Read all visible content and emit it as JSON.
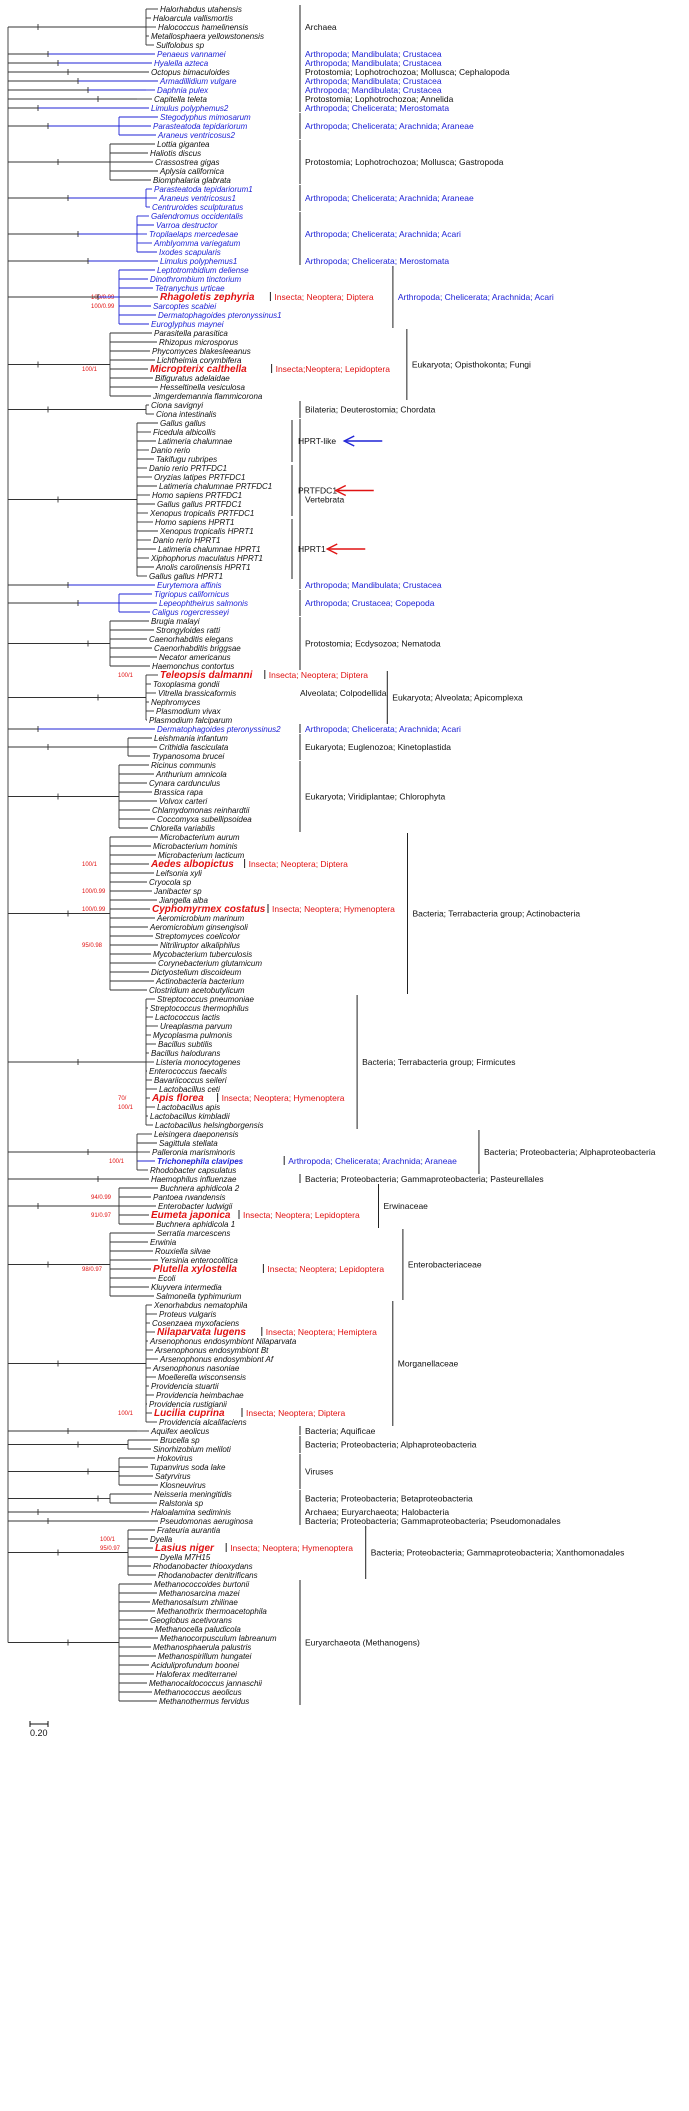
{
  "scale_label": "0.20",
  "clades": [
    {
      "label": "Archaea",
      "color": "black",
      "taxa": [
        {
          "n": "Halorhabdus utahensis"
        },
        {
          "n": "Haloarcula vallismortis"
        },
        {
          "n": "Halococcus hamelinensis"
        },
        {
          "n": "Metallosphaera yellowstonensis"
        },
        {
          "n": "Sulfolobus sp"
        }
      ]
    },
    {
      "label": "Arthropoda; Mandibulata; Crustacea",
      "color": "blue",
      "taxa": [
        {
          "n": "Penaeus vannamei",
          "c": "blue"
        }
      ]
    },
    {
      "label": "Arthropoda; Mandibulata; Crustacea",
      "color": "blue",
      "taxa": [
        {
          "n": "Hyalella azteca",
          "c": "blue"
        }
      ]
    },
    {
      "label": "Protostomia; Lophotrochozoa; Mollusca; Cephalopoda",
      "color": "black",
      "taxa": [
        {
          "n": "Octopus bimaculoides"
        }
      ]
    },
    {
      "label": "Arthropoda; Mandibulata; Crustacea",
      "color": "blue",
      "taxa": [
        {
          "n": "Armadillidium vulgare",
          "c": "blue"
        }
      ]
    },
    {
      "label": "Arthropoda; Mandibulata; Crustacea",
      "color": "blue",
      "taxa": [
        {
          "n": "Daphnia pulex",
          "c": "blue"
        }
      ]
    },
    {
      "label": "Protostomia; Lophotrochozoa; Annelida",
      "color": "black",
      "taxa": [
        {
          "n": "Capitella teleta"
        }
      ]
    },
    {
      "label": "Arthropoda; Chelicerata; Merostomata",
      "color": "blue",
      "taxa": [
        {
          "n": "Limulus polyphemus2",
          "c": "blue"
        }
      ]
    },
    {
      "label": "Arthropoda; Chelicerata; Arachnida; Araneae",
      "color": "blue",
      "taxa": [
        {
          "n": "Stegodyphus mimosarum",
          "c": "blue"
        },
        {
          "n": "Parasteatoda tepidariorum",
          "c": "blue"
        },
        {
          "n": "Araneus ventricosus2",
          "c": "blue"
        }
      ]
    },
    {
      "label": "Protostomia; Lophotrochozoa; Mollusca; Gastropoda",
      "color": "black",
      "taxa": [
        {
          "n": "Lottia gigantea"
        },
        {
          "n": "Haliotis discus"
        },
        {
          "n": "Crassostrea gigas"
        },
        {
          "n": "Aplysia californica"
        },
        {
          "n": "Biomphalaria glabrata"
        }
      ]
    },
    {
      "label": "Arthropoda; Chelicerata; Arachnida; Araneae",
      "color": "blue",
      "taxa": [
        {
          "n": "Parasteatoda tepidariorum1",
          "c": "blue"
        },
        {
          "n": "Araneus ventricosus1",
          "c": "blue"
        },
        {
          "n": "Centruroides sculpturatus",
          "c": "blue"
        }
      ]
    },
    {
      "label": "Arthropoda; Chelicerata; Arachnida; Acari",
      "color": "blue",
      "taxa": [
        {
          "n": "Galendromus occidentalis",
          "c": "blue"
        },
        {
          "n": "Varroa destructor",
          "c": "blue"
        },
        {
          "n": "Tropilaelaps mercedesae",
          "c": "blue"
        },
        {
          "n": "Amblyomma variegatum",
          "c": "blue"
        },
        {
          "n": "Ixodes scapularis",
          "c": "blue"
        }
      ]
    },
    {
      "label": "Arthropoda; Chelicerata; Merostomata",
      "color": "blue",
      "taxa": [
        {
          "n": "Limulus polyphemus1",
          "c": "blue"
        }
      ]
    },
    {
      "label": "Arthropoda; Chelicerata; Arachnida; Acari",
      "color": "blue",
      "taxa": [
        {
          "n": "Leptotrombidium deliense",
          "c": "blue"
        },
        {
          "n": "Dinothrombium tinctorium",
          "c": "blue"
        },
        {
          "n": "Tetranychus urticae",
          "c": "blue"
        },
        {
          "n": "Rhagoletis zephyria",
          "c": "red",
          "s": "100/0.99",
          "lab": "Insecta; Neoptera; Diptera"
        },
        {
          "n": "Sarcoptes scabiei",
          "c": "blue",
          "s": "100/0.99"
        },
        {
          "n": "Dermatophagoides pteronyssinus1",
          "c": "blue"
        },
        {
          "n": "Euroglyphus maynei",
          "c": "blue"
        }
      ]
    },
    {
      "label": "Eukaryota; Opisthokonta; Fungi",
      "color": "black",
      "taxa": [
        {
          "n": "Parasitella parasitica"
        },
        {
          "n": "Rhizopus microsporus"
        },
        {
          "n": "Phycomyces blakesleeanus"
        },
        {
          "n": "Lichtheimia corymbifera"
        },
        {
          "n": "Micropterix calthella",
          "c": "red",
          "s": "100/1",
          "lab": "Insecta;Neoptera; Lepidoptera"
        },
        {
          "n": "Bifiguratus adelaidae"
        },
        {
          "n": "Hesseltinella vesiculosa"
        },
        {
          "n": "Jimgerdemannia flammicorona"
        }
      ]
    },
    {
      "label": "Bilateria; Deuterostomia; Chordata",
      "color": "black",
      "taxa": [
        {
          "n": "Ciona savignyi"
        },
        {
          "n": "Ciona intestinalis"
        }
      ]
    },
    {
      "label": "Vertebrata",
      "color": "black",
      "taxa": [
        {
          "n": "Gallus gallus"
        },
        {
          "n": "Ficedula albicollis"
        },
        {
          "n": "Latimeria chalumnae"
        },
        {
          "n": "Danio rerio"
        },
        {
          "n": "Takifugu rubripes"
        },
        {
          "n": "Danio rerio PRTFDC1"
        },
        {
          "n": "Oryzias latipes PRTFDC1"
        },
        {
          "n": "Latimeria chalumnae PRTFDC1"
        },
        {
          "n": "Homo sapiens PRTFDC1"
        },
        {
          "n": "Gallus gallus PRTFDC1"
        },
        {
          "n": "Xenopus tropicalis PRTFDC1"
        },
        {
          "n": "Homo sapiens HPRT1"
        },
        {
          "n": "Xenopus tropicalis HPRT1"
        },
        {
          "n": "Danio rerio HPRT1"
        },
        {
          "n": "Latimeria chalumnae HPRT1"
        },
        {
          "n": "Xiphophorus maculatus HPRT1"
        },
        {
          "n": "Anolis carolinensis HPRT1"
        },
        {
          "n": "Gallus gallus HPRT1"
        }
      ]
    },
    {
      "label": "Arthropoda; Mandibulata; Crustacea",
      "color": "blue",
      "taxa": [
        {
          "n": "Eurytemora affinis",
          "c": "blue"
        }
      ]
    },
    {
      "label": "Arthropoda; Crustacea; Copepoda",
      "color": "blue",
      "taxa": [
        {
          "n": "Tigriopus californicus",
          "c": "blue"
        },
        {
          "n": "Lepeophtheirus salmonis",
          "c": "blue"
        },
        {
          "n": "Caligus rogercresseyi",
          "c": "blue"
        }
      ]
    },
    {
      "label": "Protostomia; Ecdysozoa; Nematoda",
      "color": "black",
      "taxa": [
        {
          "n": "Brugia malayi"
        },
        {
          "n": "Strongyloides ratti"
        },
        {
          "n": "Caenorhabditis elegans"
        },
        {
          "n": "Caenorhabditis briggsae"
        },
        {
          "n": "Necator americanus"
        },
        {
          "n": "Haemonchus contortus"
        }
      ]
    },
    {
      "label": "Eukaryota; Alveolata; Apicomplexa",
      "color": "black",
      "sub": "Alveolata; Colpodellida",
      "taxa": [
        {
          "n": "Teleopsis dalmanni",
          "c": "red",
          "s": "100/1",
          "lab": "Insecta; Neoptera; Diptera"
        },
        {
          "n": "Toxoplasma gondii"
        },
        {
          "n": "Vitrella brassicaformis"
        },
        {
          "n": "Nephromyces"
        },
        {
          "n": "Plasmodium vivax"
        },
        {
          "n": "Plasmodium falciparum"
        }
      ]
    },
    {
      "label": "Arthropoda; Chelicerata; Arachnida; Acari",
      "color": "blue",
      "taxa": [
        {
          "n": "Dermatophagoides pteronyssinus2",
          "c": "blue"
        }
      ]
    },
    {
      "label": "Eukaryota; Euglenozoa; Kinetoplastida",
      "color": "black",
      "taxa": [
        {
          "n": "Leishmania infantum"
        },
        {
          "n": "Crithidia fasciculata"
        },
        {
          "n": "Trypanosoma brucei"
        }
      ]
    },
    {
      "label": "Eukaryota; Viridiplantae; Chlorophyta",
      "color": "black",
      "taxa": [
        {
          "n": "Ricinus communis"
        },
        {
          "n": "Anthurium amnicola"
        },
        {
          "n": "Cynara cardunculus"
        },
        {
          "n": "Brassica rapa"
        },
        {
          "n": "Volvox carteri"
        },
        {
          "n": "Chlamydomonas reinhardtii"
        },
        {
          "n": "Coccomyxa subellipsoidea"
        },
        {
          "n": "Chlorella variabilis"
        }
      ]
    },
    {
      "label": "Bacteria; Terrabacteria group; Actinobacteria",
      "color": "black",
      "taxa": [
        {
          "n": "Microbacterium aurum"
        },
        {
          "n": "Microbacterium hominis"
        },
        {
          "n": "Microbacterium lacticum"
        },
        {
          "n": "Aedes albopictus",
          "c": "red",
          "s": "100/1",
          "lab": "Insecta; Neoptera; Diptera"
        },
        {
          "n": "Leifsonia xyli"
        },
        {
          "n": "Cryocola sp"
        },
        {
          "n": "Janibacter sp",
          "s": "100/0.99"
        },
        {
          "n": "Jiangella alba"
        },
        {
          "n": "Cyphomyrmex costatus",
          "c": "red",
          "s": "100/0.99",
          "lab": "Insecta; Neoptera; Hymenoptera"
        },
        {
          "n": "Aeromicrobium marinum"
        },
        {
          "n": "Aeromicrobium ginsengisoli"
        },
        {
          "n": "Streptomyces coelicolor"
        },
        {
          "n": "Nitriliruptor alkaliphilus",
          "s": "95/0.98"
        },
        {
          "n": "Mycobacterium tuberculosis"
        },
        {
          "n": "Corynebacterium glutamicum"
        },
        {
          "n": "Dictyostelium discoideum"
        },
        {
          "n": "Actinobacteria bacterium"
        },
        {
          "n": "Clostridium acetobutylicum"
        }
      ]
    },
    {
      "label": "Bacteria; Terrabacteria group; Firmicutes",
      "color": "black",
      "taxa": [
        {
          "n": "Streptococcus pneumoniae"
        },
        {
          "n": "Streptococcus thermophilus"
        },
        {
          "n": "Lactococcus lactis"
        },
        {
          "n": "Ureaplasma parvum"
        },
        {
          "n": "Mycoplasma pulmonis"
        },
        {
          "n": "Bacillus subtilis"
        },
        {
          "n": "Bacillus halodurans"
        },
        {
          "n": "Listeria monocytogenes"
        },
        {
          "n": "Enterococcus faecalis"
        },
        {
          "n": "Bavariicoccus seileri"
        },
        {
          "n": "Lactobacillus ceti"
        },
        {
          "n": "Apis florea",
          "c": "red",
          "s": "70/",
          "lab": "Insecta; Neoptera; Hymenoptera"
        },
        {
          "n": "Lactobacillus apis",
          "s": "100/1"
        },
        {
          "n": "Lactobacillus kimbladii"
        },
        {
          "n": "Lactobacillus helsingborgensis"
        }
      ]
    },
    {
      "label": "Bacteria; Proteobacteria; Alphaproteobacteria",
      "color": "black",
      "taxa": [
        {
          "n": "Leisingera daeponensis"
        },
        {
          "n": "Sagittula stellata"
        },
        {
          "n": "Palleronia marisminoris"
        },
        {
          "n": "Trichonephila clavipes",
          "c": "bluebold",
          "s": "100/1",
          "lab": "Arthropoda; Chelicerata; Arachnida; Araneae"
        },
        {
          "n": "Rhodobacter capsulatus"
        }
      ]
    },
    {
      "label": "Bacteria; Proteobacteria; Gammaproteobacteria; Pasteurellales",
      "color": "black",
      "taxa": [
        {
          "n": "Haemophilus influenzae"
        }
      ]
    },
    {
      "label": "Erwinaceae",
      "color": "black",
      "taxa": [
        {
          "n": "Buchnera aphidicola 2"
        },
        {
          "n": "Pantoea rwandensis",
          "s": "94/0.99"
        },
        {
          "n": "Enterobacter ludwigii"
        },
        {
          "n": "Eumeta japonica",
          "c": "red",
          "s": "91/0.97",
          "lab": "Insecta; Neoptera; Lepidoptera"
        },
        {
          "n": "Buchnera aphidicola 1"
        }
      ]
    },
    {
      "label": "Enterobacteriaceae",
      "color": "black",
      "taxa": [
        {
          "n": "Serratia marcescens"
        },
        {
          "n": "Erwinia"
        },
        {
          "n": "Rouxiella silvae"
        },
        {
          "n": "Yersinia enterocolitica"
        },
        {
          "n": "Plutella xylostella",
          "c": "red",
          "s": "98/0.97",
          "lab": "Insecta; Neoptera; Lepidoptera"
        },
        {
          "n": "Ecoli"
        },
        {
          "n": "Kluyvera intermedia"
        },
        {
          "n": "Salmonella typhimurium"
        }
      ]
    },
    {
      "label": "Morganellaceae",
      "color": "black",
      "taxa": [
        {
          "n": "Xenorhabdus nematophila"
        },
        {
          "n": "Proteus vulgaris"
        },
        {
          "n": "Cosenzaea myxofaciens"
        },
        {
          "n": "Nilaparvata lugens",
          "c": "red",
          "lab": "Insecta; Neoptera; Hemiptera"
        },
        {
          "n": "Arsenophonus endosymbiont Nilaparvata"
        },
        {
          "n": "Arsenophonus endosymbiont Bt"
        },
        {
          "n": "Arsenophonus endosymbiont Af"
        },
        {
          "n": "Arsenophonus nasoniae"
        },
        {
          "n": "Moellerella wisconsensis"
        },
        {
          "n": "Providencia stuartii"
        },
        {
          "n": "Providencia heimbachae"
        },
        {
          "n": "Providencia rustigianii"
        },
        {
          "n": "Lucilia cuprina",
          "c": "red",
          "s": "100/1",
          "lab": "Insecta; Neoptera; Diptera"
        },
        {
          "n": "Providencia alcalifaciens"
        }
      ]
    },
    {
      "label": "Bacteria; Aquificae",
      "color": "black",
      "taxa": [
        {
          "n": "Aquifex aeolicus"
        }
      ]
    },
    {
      "label": "Bacteria; Proteobacteria; Alphaproteobacteria",
      "color": "black",
      "taxa": [
        {
          "n": "Brucella sp"
        },
        {
          "n": "Sinorhizobium meliloti"
        }
      ]
    },
    {
      "label": "Viruses",
      "color": "black",
      "taxa": [
        {
          "n": "Hokovirus"
        },
        {
          "n": "Tupanvirus soda lake"
        },
        {
          "n": "Satyrvirus"
        },
        {
          "n": "Klosneuvirus"
        }
      ]
    },
    {
      "label": "Bacteria; Proteobacteria; Betaproteobacteria",
      "color": "black",
      "taxa": [
        {
          "n": "Neisseria meningitidis"
        },
        {
          "n": "Ralstonia sp"
        }
      ]
    },
    {
      "label": "Archaea; Euryarchaeota; Halobacteria",
      "color": "black",
      "taxa": [
        {
          "n": "Haloalamina sediminis"
        }
      ]
    },
    {
      "label": "Bacteria; Proteobacteria; Gammaproteobacteria; Pseudomonadales",
      "color": "black",
      "taxa": [
        {
          "n": "Pseudomonas aeruginosa"
        }
      ]
    },
    {
      "label": "Bacteria; Proteobacteria; Gammaproteobacteria; Xanthomonadales",
      "color": "black",
      "taxa": [
        {
          "n": "Frateuria aurantia"
        },
        {
          "n": "Dyella",
          "s": "100/1"
        },
        {
          "n": "Lasius niger",
          "c": "red",
          "s": "95/0.97",
          "lab": "Insecta; Neoptera; Hymenoptera"
        },
        {
          "n": "Dyella M7H15"
        },
        {
          "n": "Rhodanobacter thiooxydans"
        },
        {
          "n": "Rhodanobacter denitrificans"
        }
      ]
    },
    {
      "label": "Euryarchaeota (Methanogens)",
      "color": "black",
      "taxa": [
        {
          "n": "Methanococcoides burtonii"
        },
        {
          "n": "Methanosarcina mazei"
        },
        {
          "n": "Methanosalsum zhilinae"
        },
        {
          "n": "Methanothrix thermoacetophila"
        },
        {
          "n": "Geoglobus acetivorans"
        },
        {
          "n": "Methanocella paludicola"
        },
        {
          "n": "Methanocorpusculum labreanum"
        },
        {
          "n": "Methanosphaerula palustris"
        },
        {
          "n": "Methanospirillum hungatei"
        },
        {
          "n": "Aciduliprofundum boonei"
        },
        {
          "n": "Haloferax mediterranei"
        },
        {
          "n": "Methanocaldococcus jannaschii"
        },
        {
          "n": "Methanococcus aeolicus"
        },
        {
          "n": "Methanothermus fervidus"
        }
      ]
    }
  ],
  "annotations": [
    {
      "text": "HPRT-like",
      "arrow": "blue"
    },
    {
      "text": "PRTFDC1",
      "arrow": "red"
    },
    {
      "text": "HPRT1",
      "arrow": "red"
    }
  ],
  "colors": {
    "blue": "#1f23d6",
    "red": "#e01212",
    "black": "#111111"
  }
}
